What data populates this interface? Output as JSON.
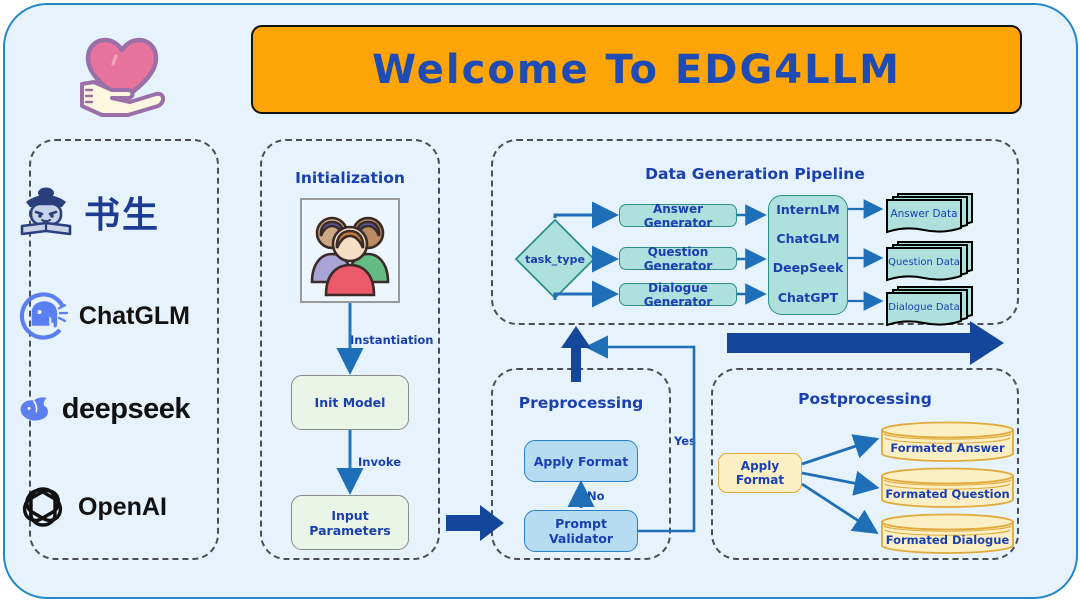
{
  "header": {
    "logo_icon": "heart-in-hand-icon",
    "title": "Welcome To EDG4LLM",
    "banner_color": "#fda506",
    "title_color": "#1f4bb5"
  },
  "models_panel": {
    "items": [
      {
        "icon": "internlm-scholar-icon",
        "label": "书生"
      },
      {
        "icon": "chatglm-elephant-icon",
        "label": "ChatGLM"
      },
      {
        "icon": "deepseek-whale-icon",
        "label": "deepseek"
      },
      {
        "icon": "openai-knot-icon",
        "label": "OpenAI"
      }
    ]
  },
  "initialization": {
    "title": "Initialization",
    "users_icon": "users-group-icon",
    "edge1": "Instantiation",
    "node1": "Init Model",
    "edge2": "Invoke",
    "node2": "Input Parameters"
  },
  "pipeline": {
    "title": "Data Generation Pipeline",
    "decision": "task_type",
    "generators": [
      "Answer Generator",
      "Question Generator",
      "Dialogue Generator"
    ],
    "llms": [
      "InternLM",
      "ChatGLM",
      "DeepSeek",
      "ChatGPT"
    ],
    "outputs": [
      "Answer Data",
      "Question Data",
      "Dialogue Data"
    ]
  },
  "preprocessing": {
    "title": "Preprocessing",
    "apply_format": "Apply Format",
    "validator": "Prompt Validator",
    "no_label": "No",
    "yes_label": "Yes"
  },
  "postprocessing": {
    "title": "Postprocessing",
    "apply_format": "Apply Format",
    "stores": [
      "Formated Answer",
      "Formated Question",
      "Formated Dialogue"
    ]
  },
  "colors": {
    "background": "#e6f3fc",
    "frame_border": "#2387c9",
    "accent_blue": "#1a3fb0",
    "block_arrow": "#14479c",
    "teal": "#aee0dd",
    "cream": "#fdefc4",
    "green": "#eaf4e6"
  }
}
